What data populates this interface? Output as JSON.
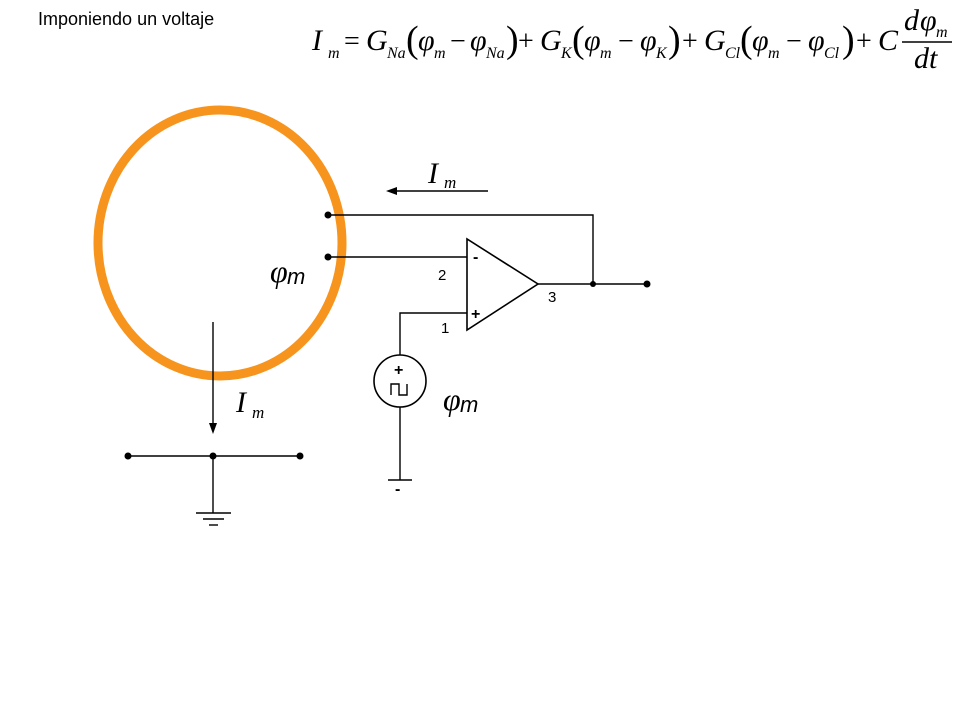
{
  "title": "Imponiendo un voltaje",
  "equation": {
    "lhs": "I",
    "lhs_sub": "m",
    "eq": "=",
    "g_na": "G",
    "g_na_sub": "Na",
    "phi": "φ",
    "phi_sub": "m",
    "minus": "−",
    "phi_na_sub": "Na",
    "plus": "+",
    "g_k": "G",
    "g_k_sub": "K",
    "phi_k_sub": "K",
    "g_cl": "G",
    "g_cl_sub": "Cl",
    "phi_cl_sub": "Cl",
    "c": "C",
    "num_d": "d",
    "den": "dt",
    "open_paren": "(",
    "close_paren": ")"
  },
  "labels": {
    "current_top": "I",
    "current_top_sub": "m",
    "current_bottom": "I",
    "current_bottom_sub": "m",
    "phi_cell": "φ",
    "phi_cell_sub": "m",
    "phi_source": "φ",
    "phi_source_sub": "m"
  },
  "opamp": {
    "pin_inverting": "2",
    "pin_noninverting": "1",
    "pin_output": "3",
    "sign_minus": "-",
    "sign_plus": "+"
  },
  "source": {
    "sign_plus": "+",
    "sign_minus": "-"
  },
  "colors": {
    "cell": "#f7941d",
    "wire": "#000000"
  }
}
